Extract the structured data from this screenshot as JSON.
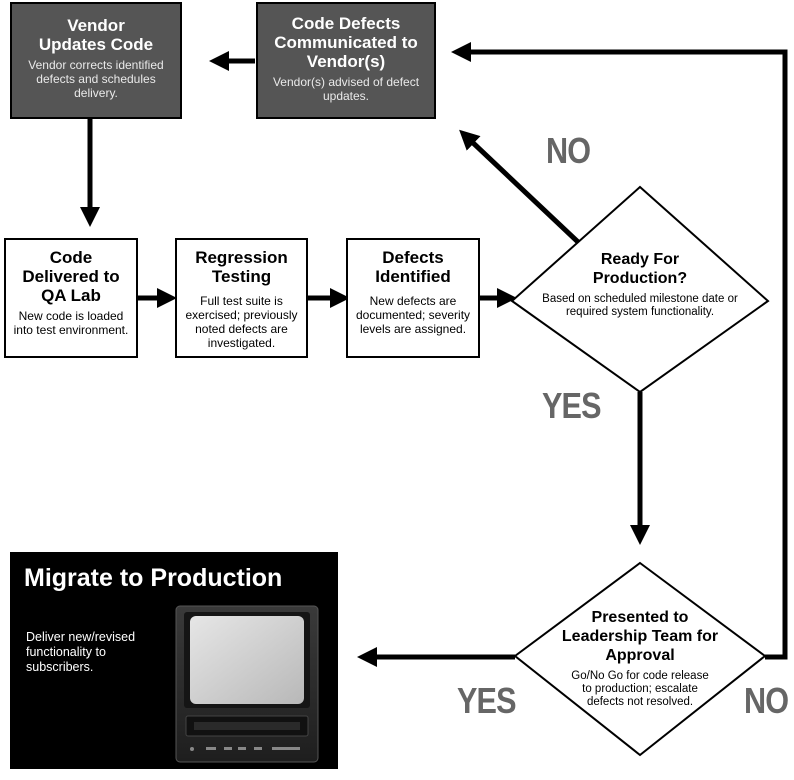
{
  "nodes": {
    "vendor_updates": {
      "title": "Vendor Updates Code",
      "desc": "Vendor corrects identified defects and schedules delivery."
    },
    "defects_communicated": {
      "title": "Code Defects Communicated to Vendor(s)",
      "desc": "Vendor(s) advised of defect updates."
    },
    "code_delivered": {
      "title": "Code Delivered to QA Lab",
      "desc": "New code is loaded into test environment."
    },
    "regression_testing": {
      "title": "Regression Testing",
      "desc": "Full test suite is exercised; previously noted defects are investigated."
    },
    "defects_identified": {
      "title": "Defects Identified",
      "desc": "New defects are documented; severity levels are assigned."
    },
    "ready_for_production": {
      "title": "Ready For Production?",
      "desc": "Based on scheduled milestone date or required system functionality."
    },
    "presented_leadership": {
      "title": "Presented to Leadership Team for Approval",
      "desc": "Go/No Go for code release to production; escalate defects not resolved."
    },
    "migrate": {
      "title": "Migrate to Production",
      "desc": "Deliver new/revised functionality to subscribers."
    }
  },
  "labels": {
    "no_ready": "NO",
    "yes_ready": "YES",
    "yes_leadership": "YES",
    "no_leadership": "NO"
  },
  "colors": {
    "dark_box": "#555555",
    "label_gray": "#666666",
    "migrate_bg": "#000000"
  }
}
